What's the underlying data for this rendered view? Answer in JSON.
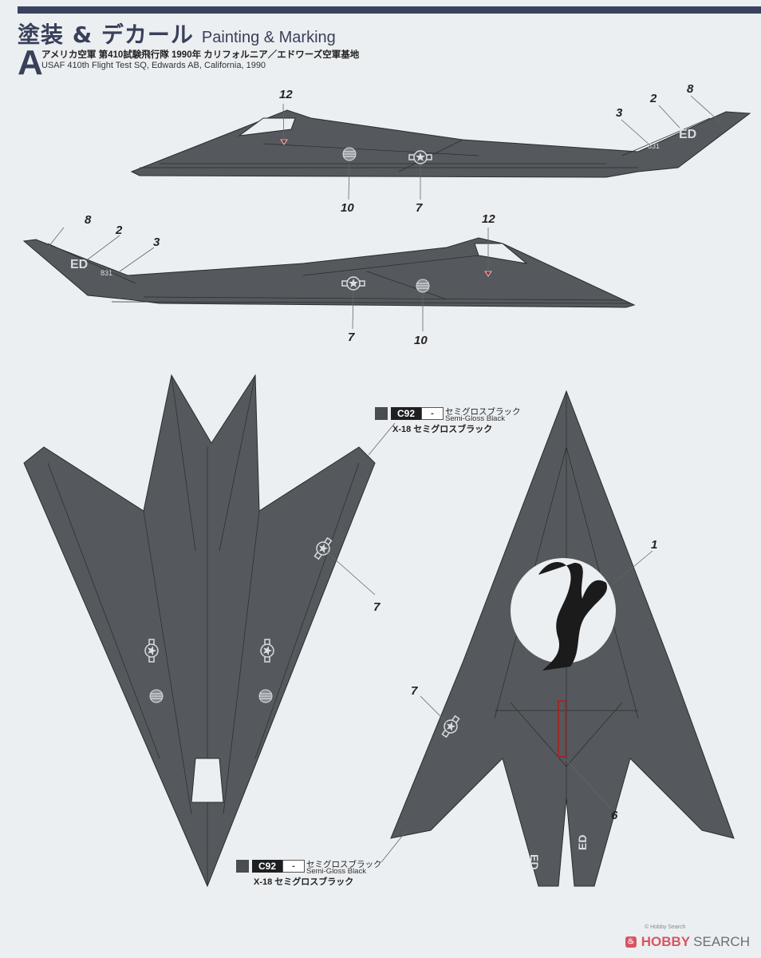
{
  "header": {
    "title_jp": "塗装 & デカール",
    "title_en": "Painting & Marking",
    "scheme_letter": "A",
    "scheme_jp": "アメリカ空軍 第410試験飛行隊 1990年 カリフォルニア／エドワーズ空軍基地",
    "scheme_en": "USAF 410th Flight Test SQ, Edwards AB, California, 1990"
  },
  "colors": {
    "header_bar": "#3a4260",
    "aircraft": "#55585c",
    "panel_line": "#2a2c2f",
    "decal_white": "#d9dce0",
    "brand_red": "#d95561",
    "rect_red": "#9a2a2a"
  },
  "paint_callouts": [
    {
      "code": "C92",
      "alt": "-",
      "name_jp": "セミグロスブラック",
      "name_en": "Semi-Gloss Black",
      "x18": "X-18 セミグロスブラック"
    },
    {
      "code": "C92",
      "alt": "-",
      "name_jp": "セミグロスブラック",
      "name_en": "Semi-Gloss Black",
      "x18": "X-18 セミグロスブラック"
    }
  ],
  "views": {
    "left_side": {
      "callouts": [
        "12",
        "3",
        "2",
        "8",
        "10",
        "7"
      ],
      "tail_code": "ED",
      "serial": "831"
    },
    "right_side": {
      "callouts": [
        "8",
        "2",
        "3",
        "12",
        "7",
        "10"
      ],
      "tail_code": "ED",
      "serial": "831"
    },
    "top": {
      "callouts": [
        "7"
      ]
    },
    "bottom": {
      "callouts": [
        "1",
        "7",
        "6"
      ]
    }
  },
  "watermark": {
    "brand_a": "HOBBY",
    "brand_b": "SEARCH",
    "copyright": "© Hobby Search"
  }
}
